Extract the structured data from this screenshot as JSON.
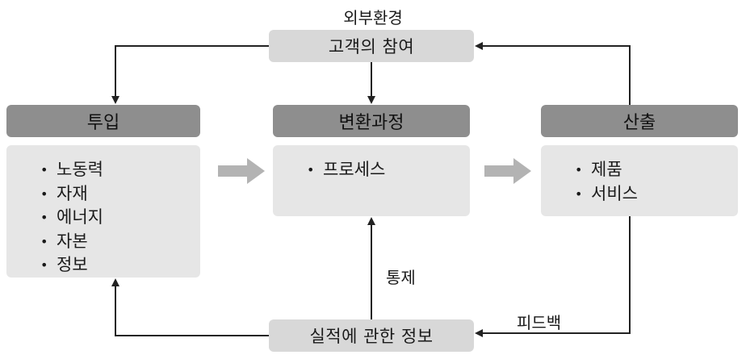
{
  "top_title": "외부환경",
  "customer": "고객의 참여",
  "feedback_box": "실적에 관한 정보",
  "control_label": "통제",
  "feedback_label": "피드백",
  "columns": [
    {
      "header": "투입",
      "items": [
        "노동력",
        "자재",
        "에너지",
        "자본",
        "정보"
      ]
    },
    {
      "header": "변환과정",
      "items": [
        "프로세스"
      ]
    },
    {
      "header": "산출",
      "items": [
        "제품",
        "서비스"
      ]
    }
  ]
}
